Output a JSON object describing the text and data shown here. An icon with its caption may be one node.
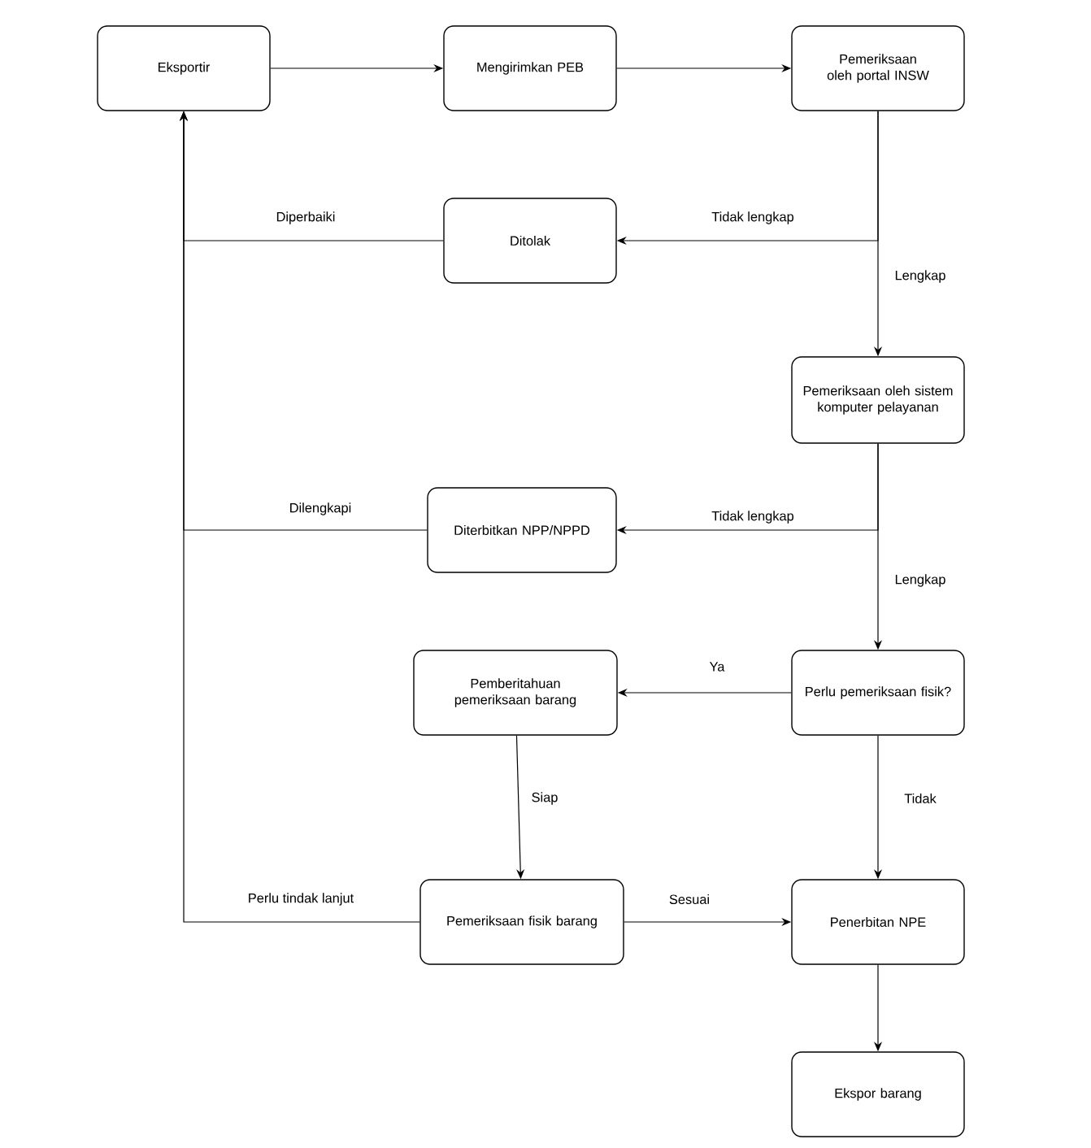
{
  "diagram": {
    "nodes": [
      {
        "text": [
          "Eksportir"
        ]
      },
      {
        "text": [
          "Mengirimkan PEB"
        ]
      },
      {
        "text": [
          "Pemeriksaan oleh portal INSW"
        ]
      },
      {
        "text": [
          "Ditolak"
        ]
      },
      {
        "text": [
          "Pemeriksaan oleh sistem komputer pelayanan"
        ]
      },
      {
        "text": [
          "Diterbitkan NPP/NPPD"
        ]
      },
      {
        "text": [
          "Perlu pemeriksaan fisik?"
        ]
      },
      {
        "text": [
          "Pemberitahuan pemeriksaan barang"
        ]
      },
      {
        "text": [
          "Pemeriksaan fisik barang"
        ]
      },
      {
        "text": [
          "Penerbitan NPE"
        ]
      },
      {
        "text": [
          "Ekspor barang"
        ]
      }
    ],
    "edges": [
      {
        "from": 0,
        "to": 1,
        "arrow": "to"
      },
      {
        "from": 1,
        "to": 2,
        "arrow": "to"
      },
      {
        "from": 2,
        "to": 3,
        "arrow": "to",
        "label": "Tidak lengkap"
      },
      {
        "from": 2,
        "to": 4,
        "arrow": "to",
        "label": "Lengkap"
      },
      {
        "from": 3,
        "to": 0,
        "arrow": "to",
        "label": "Diperbaiki"
      },
      {
        "from": 4,
        "to": 5,
        "arrow": "to",
        "label": "Tidak lengkap"
      },
      {
        "from": 4,
        "to": 6,
        "arrow": "to",
        "label": "Lengkap"
      },
      {
        "from": 5,
        "to": 0,
        "arrow": "to",
        "label": "Dilengkapi"
      },
      {
        "from": 6,
        "to": 7,
        "arrow": "to",
        "label": "Ya"
      },
      {
        "from": 6,
        "to": 9,
        "arrow": "to",
        "label": "Tidak"
      },
      {
        "from": 7,
        "to": 8,
        "arrow": "to",
        "label": "Siap"
      },
      {
        "from": 8,
        "to": 9,
        "arrow": "to",
        "label": "Sesuai"
      },
      {
        "from": 8,
        "to": 0,
        "arrow": "to",
        "label": "Perlu tindak lanjut"
      },
      {
        "from": 9,
        "to": 10,
        "arrow": "to"
      }
    ]
  }
}
